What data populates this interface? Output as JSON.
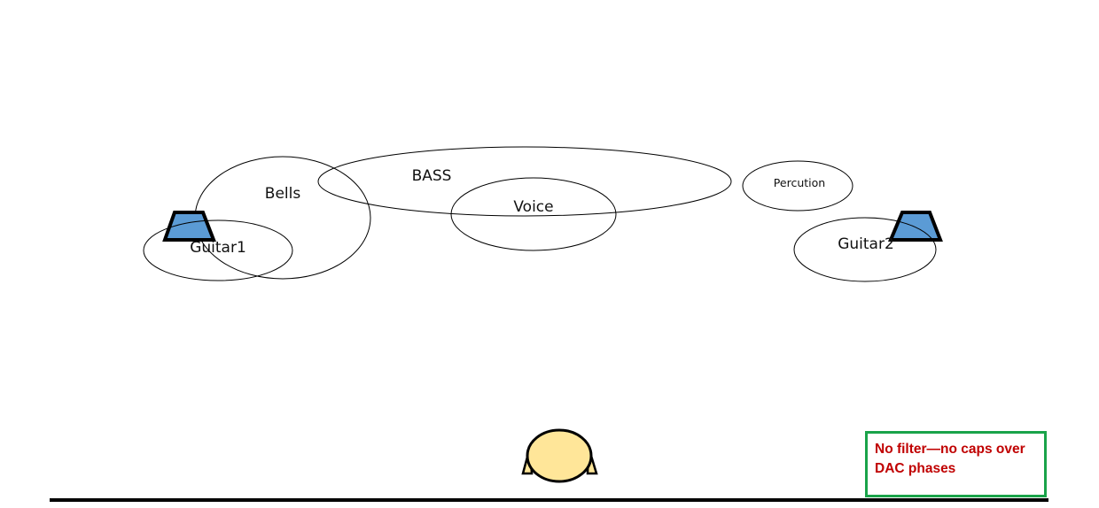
{
  "sources": {
    "guitar1": "Guitar1",
    "bells": "Bells",
    "bass": "BASS",
    "voice": "Voice",
    "percussion": "Percution",
    "guitar2": "Guitar2"
  },
  "note": {
    "text": "No filter—no caps over DAC phases"
  },
  "colors": {
    "speaker_fill": "#5b9bd5",
    "listener_fill": "#ffe699",
    "note_border": "#1aa34a",
    "note_text": "#c00000",
    "outline": "#000000"
  },
  "icons": {
    "left_speaker": "speaker-icon",
    "right_speaker": "speaker-icon",
    "listener": "listener-head-icon"
  }
}
